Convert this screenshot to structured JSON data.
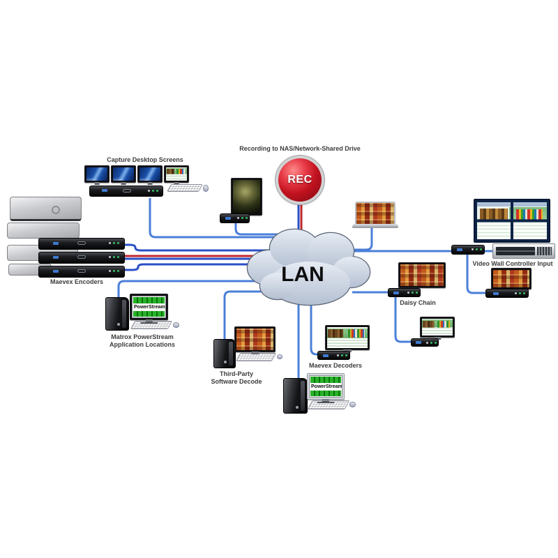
{
  "cloud": {
    "label": "LAN"
  },
  "recording": {
    "caption": "Recording to NAS/Network-Shared Drive",
    "badge": "REC"
  },
  "capture": {
    "caption": "Capture Desktop Screens"
  },
  "encoders": {
    "caption": "Maevex Encoders"
  },
  "powerstream_left": {
    "caption_line1": "Matrox PowerStream",
    "caption_line2": "Application Locations",
    "screen_label": "PowerStream"
  },
  "third_party": {
    "caption_line1": "Third-Party",
    "caption_line2": "Software Decode"
  },
  "powerstream_bottom": {
    "screen_label": "PowerStream"
  },
  "decoders": {
    "caption": "Maevex Decoders"
  },
  "daisy_chain": {
    "caption": "Daisy Chain"
  },
  "video_wall": {
    "caption": "Video Wall Controller Input"
  },
  "colors": {
    "wire_blue": "#4a7fd9",
    "wire_navy": "#2a4fc5",
    "wire_red": "#c1272d",
    "rec_red": "#c1121f",
    "cloud_fill_top": "#e6ebf3",
    "cloud_fill_bottom": "#b4c0d2",
    "cloud_stroke": "#5c6675",
    "label_text": "#3c3c3c",
    "powerstream_green": "#28b228"
  }
}
